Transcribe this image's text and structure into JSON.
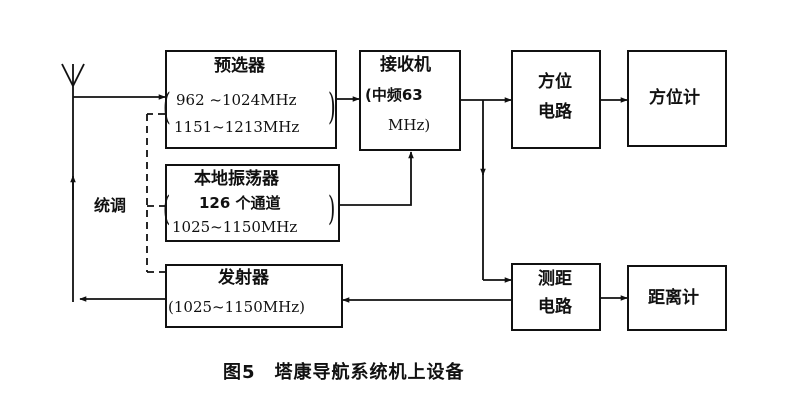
{
  "blocks": {
    "preselector": {
      "title": "预选器",
      "range1": "962 ~1024MHz",
      "range2": "1151~1213MHz"
    },
    "receiver": {
      "title": "接收机",
      "line2": "(中频63",
      "line3": "MHz)"
    },
    "azimuth_circuit": {
      "line1": "方位",
      "line2": "电路"
    },
    "azimuth_meter": {
      "label": "方位计"
    },
    "local_oscillator": {
      "title": "本地振荡器",
      "channels": "126 个通道",
      "range": "1025~1150MHz"
    },
    "transmitter": {
      "title": "发射器",
      "range": "(1025~1150MHz)"
    },
    "ranging_circuit": {
      "line1": "测距",
      "line2": "电路"
    },
    "range_meter": {
      "label": "距离计"
    }
  },
  "tuning_label": "统调",
  "caption": "图5　塔康导航系统机上设备"
}
